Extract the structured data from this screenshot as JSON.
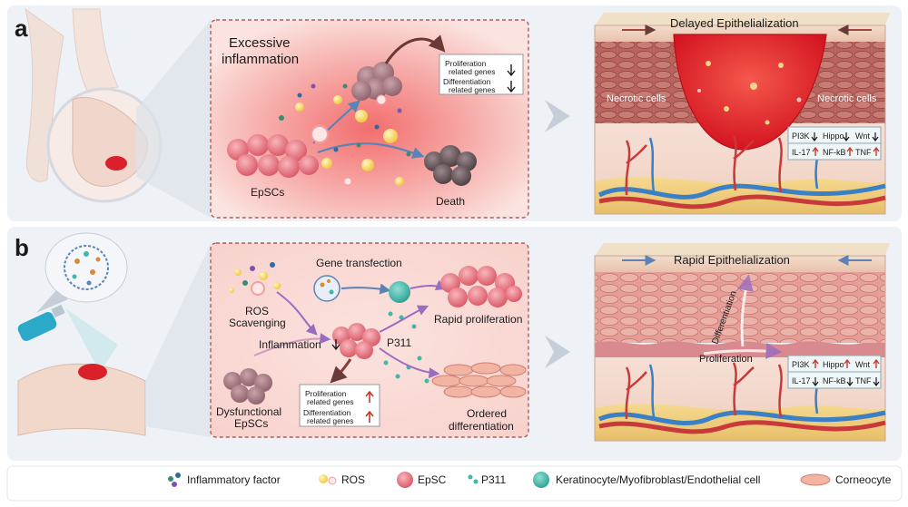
{
  "panel_a": {
    "letter": "a",
    "box_title_line1": "Excessive",
    "box_title_line2": "inflammation",
    "genes_line1": "Proliferation",
    "genes_line2": "related genes",
    "genes_line3": "Differentiation",
    "genes_line4": "related genes",
    "epsc_label": "EpSCs",
    "death_label": "Death",
    "skin_title": "Delayed Epithelialization",
    "necrotic_left": "Necrotic cells",
    "necrotic_right": "Necrotic cells",
    "pathways_row1": [
      "PI3K",
      "Hippo",
      "Wnt"
    ],
    "pathways_row2": [
      "IL-17",
      "NF-kB",
      "TNF"
    ]
  },
  "panel_b": {
    "letter": "b",
    "gene_transfection": "Gene transfection",
    "ros_line1": "ROS",
    "ros_line2": "Scavenging",
    "inflammation": "Inflammation",
    "p311": "P311",
    "rapid_proliferation": "Rapid proliferation",
    "dys_line1": "Dysfunctional",
    "dys_line2": "EpSCs",
    "genes_line1": "Proliferation",
    "genes_line2": "related genes",
    "genes_line3": "Differentiation",
    "genes_line4": "related genes",
    "ordered_line1": "Ordered",
    "ordered_line2": "differentiation",
    "skin_title": "Rapid Epithelialization",
    "differentiation": "Differentiation",
    "proliferation": "Proliferation",
    "pathways_row1": [
      "PI3K",
      "Hippo",
      "Wnt"
    ],
    "pathways_row2": [
      "IL-17",
      "NF-kB",
      "TNF"
    ]
  },
  "legend": {
    "items": [
      "Inflammatory factor",
      "ROS",
      "EpSC",
      "P311",
      "Keratinocyte/Myofibroblast/Endothelial cell",
      "Corneocyte"
    ]
  },
  "colors": {
    "up_arrow": "#c0392b",
    "down_arrow": "#1a1a1a",
    "epsc": "#e8707a",
    "wound": "#e0202a",
    "blue_vessel": "#3b7fc4",
    "red_vessel": "#c83a3a",
    "keratinocyte": "#3fb8a8"
  }
}
